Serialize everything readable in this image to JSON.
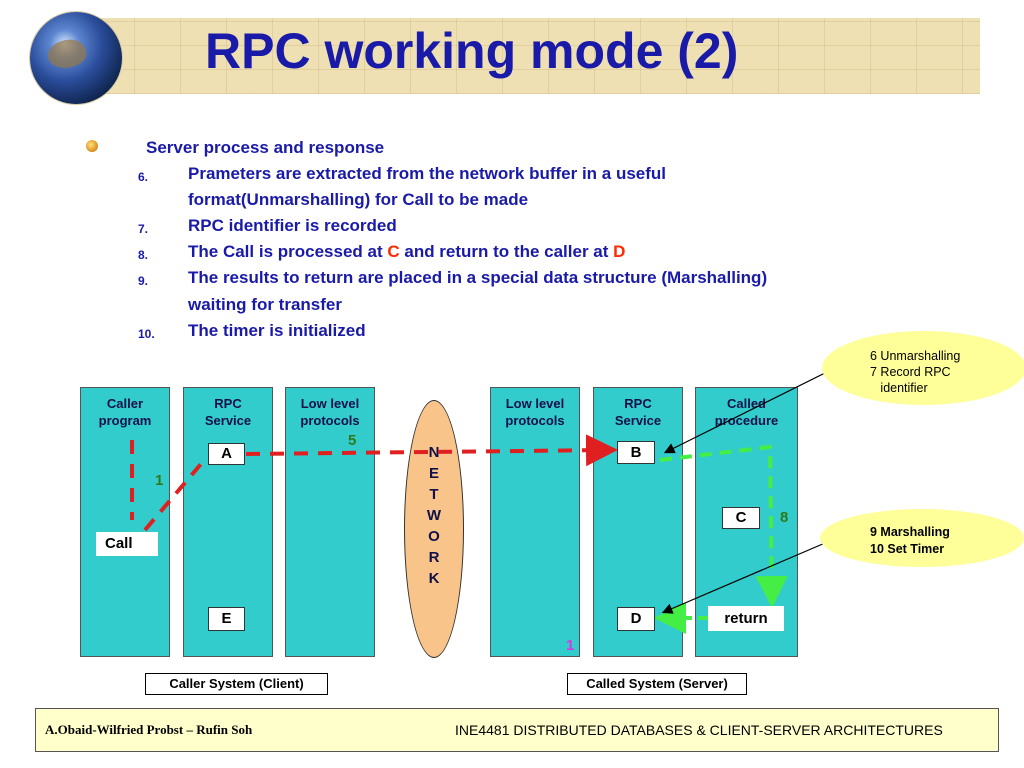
{
  "slide": {
    "title": "RPC working mode (2)",
    "heading": "Server process and response",
    "steps": [
      {
        "num": "6.",
        "lines": [
          "Prameters are extracted from the network buffer in a useful",
          "format(Unmarshalling) for Call to be made"
        ]
      },
      {
        "num": "7.",
        "lines": [
          "RPC identifier is recorded"
        ]
      },
      {
        "num": "8.",
        "pre": "The Call is processed at ",
        "h1": "C",
        "mid": " and return to the caller at ",
        "h2": "D"
      },
      {
        "num": "9.",
        "lines": [
          "The results to return are placed in a special data structure (Marshalling)",
          "waiting for transfer"
        ]
      },
      {
        "num": "10.",
        "lines": [
          "The timer is initialized"
        ]
      }
    ]
  },
  "diagram": {
    "columns": [
      {
        "l1": "Caller",
        "l2": "program"
      },
      {
        "l1": "RPC",
        "l2": "Service"
      },
      {
        "l1": "Low level",
        "l2": "protocols"
      },
      {
        "l1": "Low level",
        "l2": "protocols"
      },
      {
        "l1": "RPC",
        "l2": "Service"
      },
      {
        "l1": "Called",
        "l2": "procedure"
      }
    ],
    "boxes": {
      "a": "A",
      "b": "B",
      "c": "C",
      "d": "D",
      "e": "E",
      "call": "Call",
      "return": "return"
    },
    "network_letters": [
      "N",
      "E",
      "T",
      "W",
      "O",
      "R",
      "K"
    ],
    "step_markers": {
      "one_left": "1",
      "five": "5",
      "eight": "8",
      "one_right": "1"
    },
    "callout_top": [
      "6 Unmarshalling",
      "7 Record RPC",
      "   identifier"
    ],
    "callout_bottom": [
      "9 Marshalling",
      "10 Set Timer"
    ],
    "client_label": "Caller System (Client)",
    "server_label": "Called System (Server)",
    "colors": {
      "column": "#33cccc",
      "red_arrow": "#e02020",
      "green_arrow": "#44ee44",
      "network": "#f9c48a"
    }
  },
  "footer": {
    "left": "A.Obaid-Wilfried Probst – Rufin Soh",
    "right": "INE4481 DISTRIBUTED DATABASES & CLIENT-SERVER ARCHITECTURES"
  }
}
